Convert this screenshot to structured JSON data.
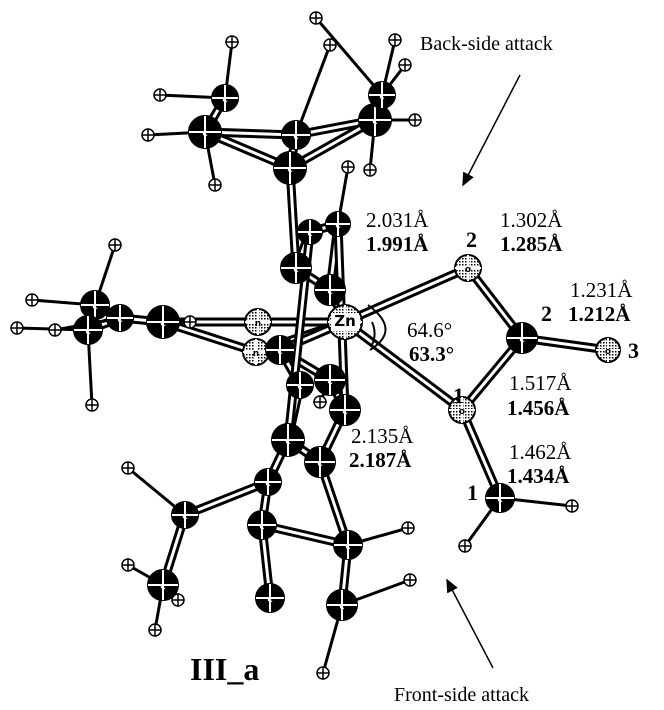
{
  "title": "III_a",
  "annotations": {
    "back_side": "Back-side attack",
    "front_side": "Front-side attack"
  },
  "bonds": {
    "zn_o2": {
      "calc1": "2.031Å",
      "calc2": "1.991Å"
    },
    "o2_c2": {
      "calc1": "1.302Å",
      "calc2": "1.285Å"
    },
    "c2_o3": {
      "calc1": "1.231Å",
      "calc2": "1.212Å"
    },
    "c2_o1": {
      "calc1": "1.517Å",
      "calc2": "1.456Å"
    },
    "zn_o1": {
      "calc1": "2.135Å",
      "calc2": "2.187Å"
    },
    "o1_c1": {
      "calc1": "1.462Å",
      "calc2": "1.434Å"
    }
  },
  "angle": {
    "calc1": "64.6°",
    "calc2": "63.3°"
  },
  "atom_numbers": {
    "o2": "2",
    "c2": "2",
    "o3": "3",
    "o1": "1",
    "c1": "1"
  },
  "atom_symbols": {
    "zn": "Zn",
    "n": "N",
    "c": "C",
    "o": "O"
  }
}
